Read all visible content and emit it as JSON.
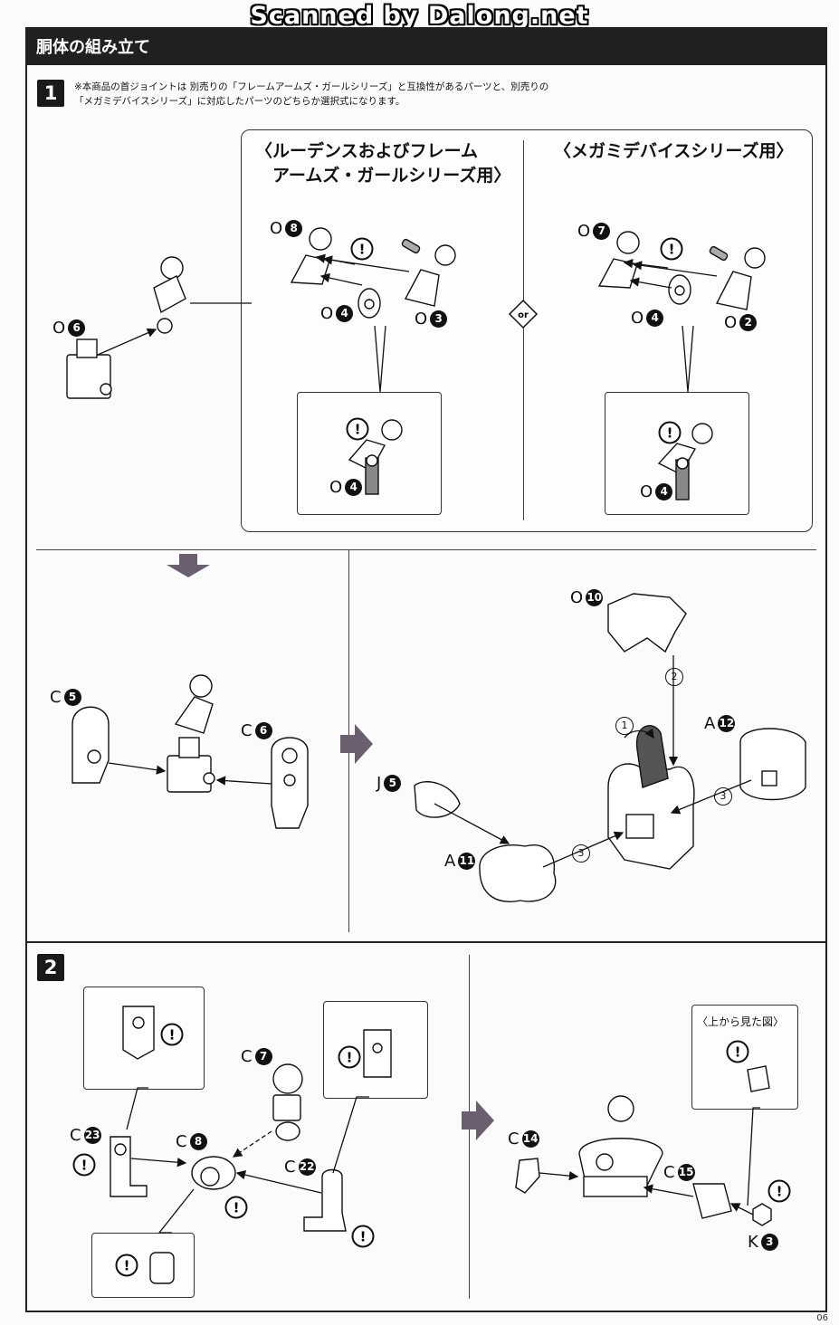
{
  "watermark": "Scanned by Dalong.net",
  "section_title": "胴体の組み立て",
  "step1": {
    "number": "1",
    "note_line1": "※本商品の首ジョイントは 別売りの「フレームアームズ・ガールシリーズ」と互換性があるパーツと、別売りの",
    "note_line2": "「メガミデバイスシリーズ」に対応したパーツのどちらか選択式になります。",
    "option_left_title": "〈ルーデンスおよびフレーム\n　アームズ・ガールシリーズ用〉",
    "option_right_title": "〈メガミデバイスシリーズ用〉",
    "or_mark": "or"
  },
  "step2": {
    "number": "2",
    "top_view_label": "〈上から見た図〉"
  },
  "labels": {
    "o6": {
      "letter": "O",
      "num": "6"
    },
    "o8": {
      "letter": "O",
      "num": "8"
    },
    "o4a": {
      "letter": "O",
      "num": "4"
    },
    "o3": {
      "letter": "O",
      "num": "3"
    },
    "o4b": {
      "letter": "O",
      "num": "4"
    },
    "o7": {
      "letter": "O",
      "num": "7"
    },
    "o4c": {
      "letter": "O",
      "num": "4"
    },
    "o2": {
      "letter": "O",
      "num": "2"
    },
    "o4d": {
      "letter": "O",
      "num": "4"
    },
    "c5": {
      "letter": "C",
      "num": "5"
    },
    "c6": {
      "letter": "C",
      "num": "6"
    },
    "o10": {
      "letter": "O",
      "num": "10"
    },
    "a12": {
      "letter": "A",
      "num": "12"
    },
    "j5": {
      "letter": "J",
      "num": "5"
    },
    "a11": {
      "letter": "A",
      "num": "11"
    },
    "c7": {
      "letter": "C",
      "num": "7"
    },
    "c23": {
      "letter": "C",
      "num": "23"
    },
    "c8": {
      "letter": "C",
      "num": "8"
    },
    "c22": {
      "letter": "C",
      "num": "22"
    },
    "c14": {
      "letter": "C",
      "num": "14"
    },
    "c15": {
      "letter": "C",
      "num": "15"
    },
    "k3": {
      "letter": "K",
      "num": "3"
    }
  },
  "substeps": {
    "s1": "1",
    "s2": "2",
    "s3a": "3",
    "s3b": "3"
  },
  "alert_mark": "!",
  "page_number": "06"
}
